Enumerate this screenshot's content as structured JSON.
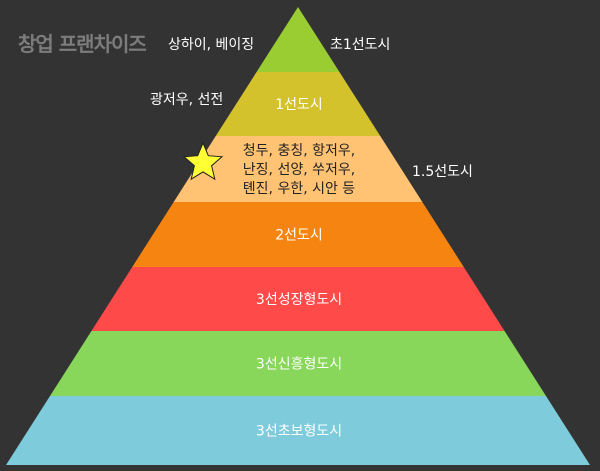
{
  "watermark": "창업 프랜차이즈",
  "side_labels": {
    "top_cities": "상하이, 베이징",
    "tier_0": "초1선도시",
    "tier_1_cities": "광저우, 선전",
    "tier_1_5": "1.5선도시"
  },
  "tiers": [
    {
      "label": "",
      "color": "#9ACD32"
    },
    {
      "label": "1선도시",
      "color": "#D4C22C"
    },
    {
      "label": "청두, 충칭, 항저우,\n난징, 선양, 쑤저우,\n톈진, 우한, 시안 등",
      "color": "#FFC373"
    },
    {
      "label": "2선도시",
      "color": "#F58410"
    },
    {
      "label": "3선성장형도시",
      "color": "#FF4A4A"
    },
    {
      "label": "3선신흥형도시",
      "color": "#88D65A"
    },
    {
      "label": "3선초보형도시",
      "color": "#7DCBDB"
    }
  ],
  "marker": {
    "icon": "star-icon",
    "color": "#FFFF33"
  }
}
